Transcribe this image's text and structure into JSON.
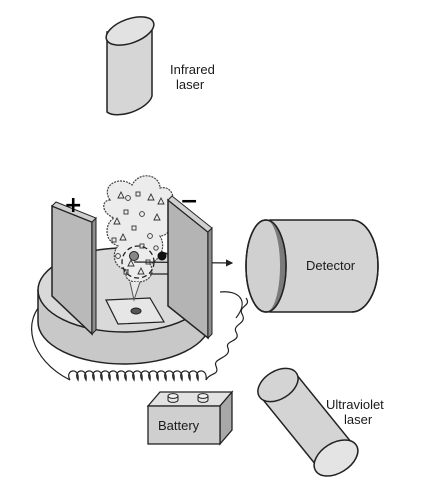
{
  "labels": {
    "infrared_line1": "Infrared",
    "infrared_line2": "laser",
    "detector": "Detector",
    "ultraviolet_line1": "Ultraviolet",
    "ultraviolet_line2": "laser",
    "battery": "Battery",
    "plus": "+",
    "minus": "−"
  },
  "colors": {
    "fill_light": "#d8d8d8",
    "fill_mid": "#c4c4c4",
    "fill_dark": "#9a9a9a",
    "stroke": "#222222"
  }
}
